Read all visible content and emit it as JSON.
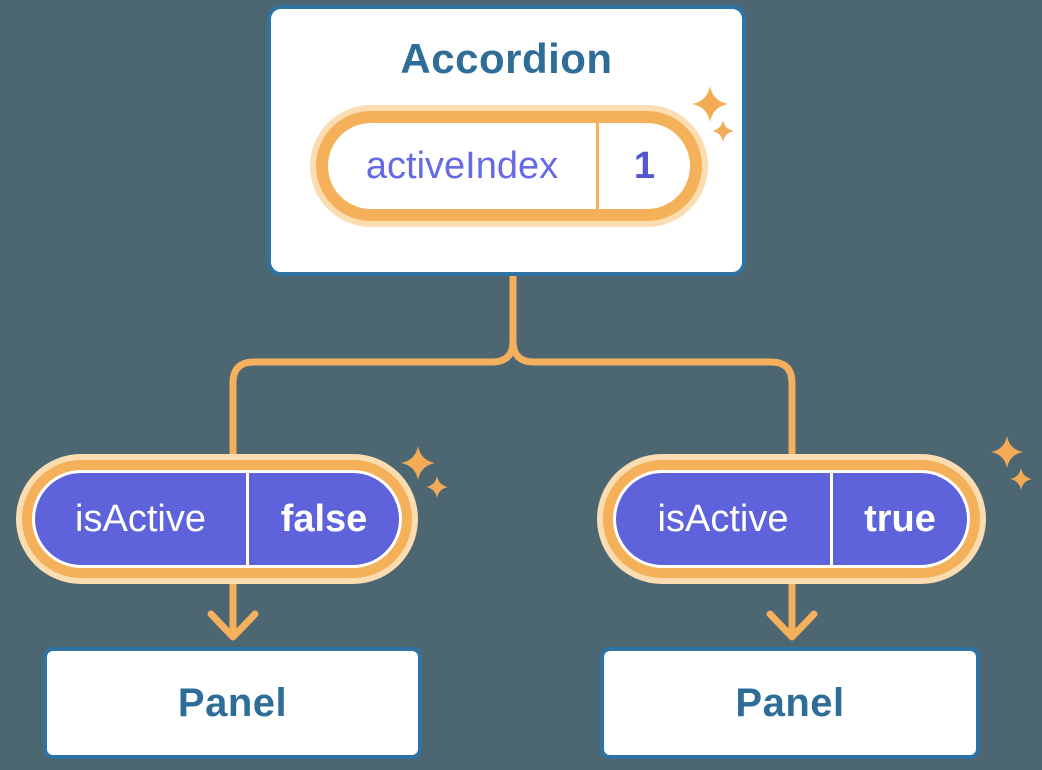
{
  "colors": {
    "background": "#4C6672",
    "box_border_blue": "#2E73A3",
    "heading_blue": "#2F6D99",
    "pill_purple": "#5E63DB",
    "ring_orange": "#F5B05A",
    "ring_peach": "#FBDDB1",
    "connector_orange": "#F4B05C",
    "sparkle_orange": "#F3AC55",
    "state_label_indigo": "#666AE3",
    "state_value_indigo": "#5356CF",
    "pill_text_white": "#FFFFFF"
  },
  "accordion": {
    "title": "Accordion",
    "state": {
      "label": "activeIndex",
      "value": "1"
    }
  },
  "children": [
    {
      "prop": {
        "label": "isActive",
        "value": "false"
      },
      "panel": {
        "title": "Panel"
      }
    },
    {
      "prop": {
        "label": "isActive",
        "value": "true"
      },
      "panel": {
        "title": "Panel"
      }
    }
  ]
}
